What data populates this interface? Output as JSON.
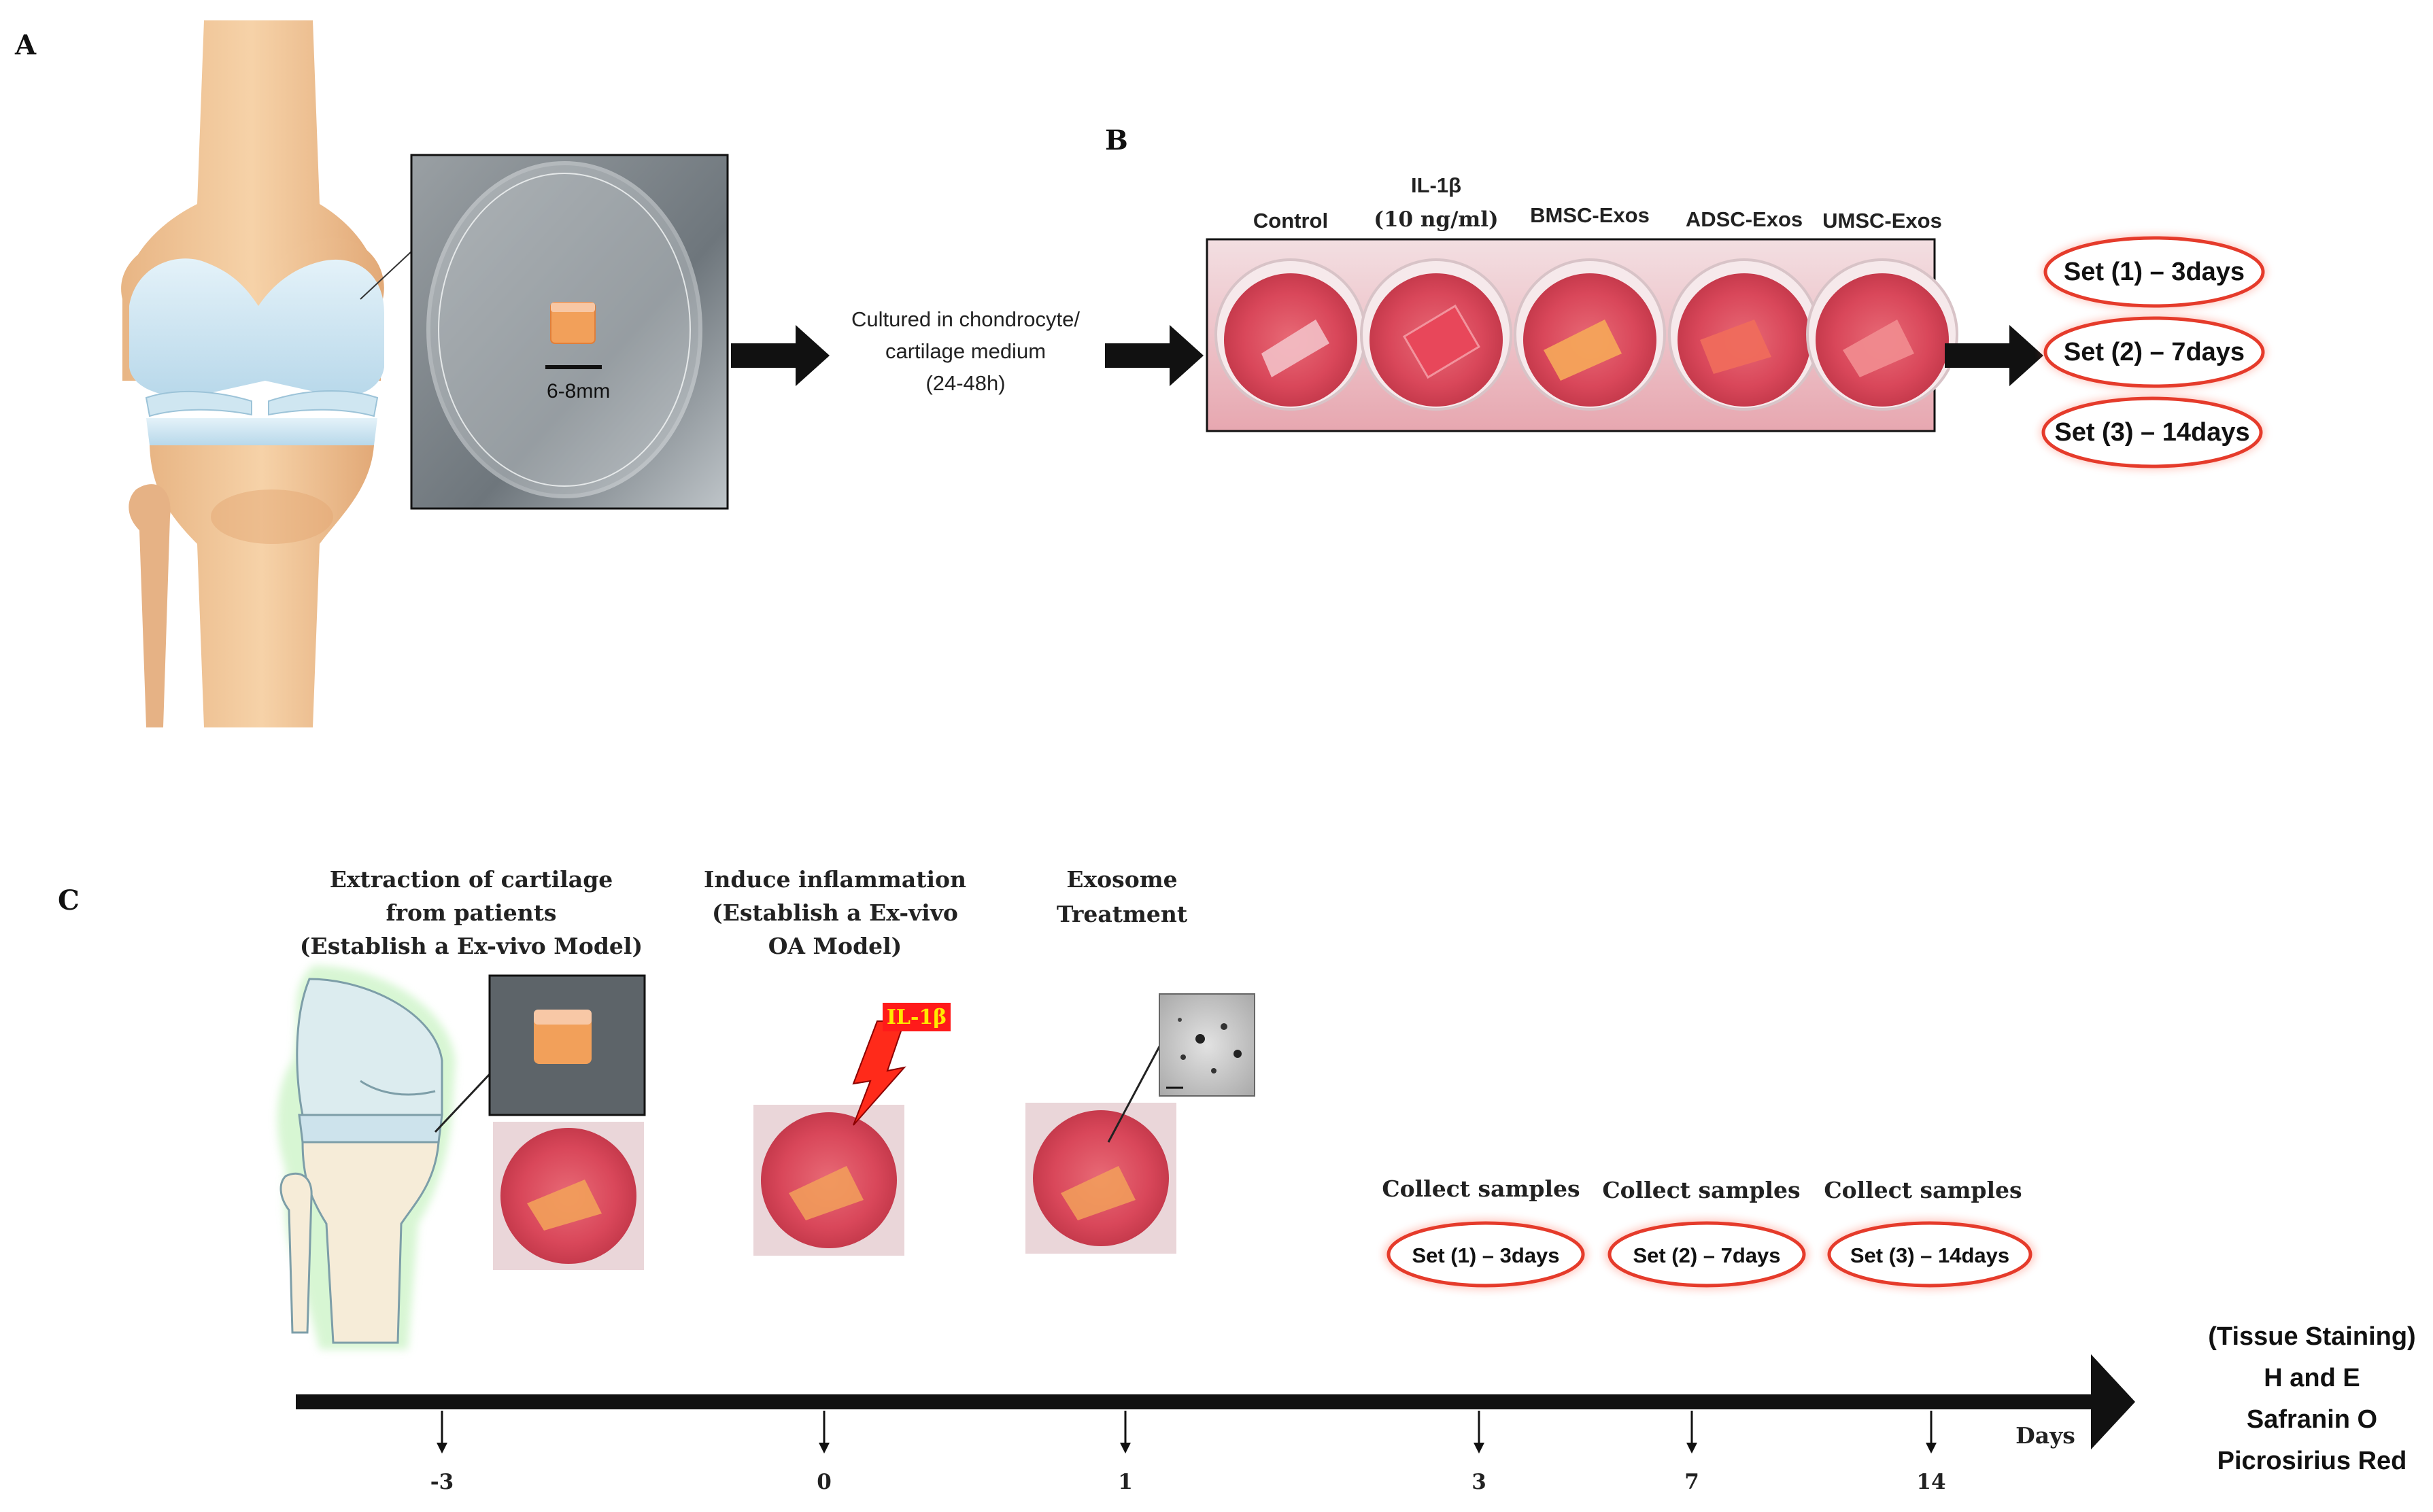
{
  "panels": {
    "a": "A",
    "b": "B",
    "c": "C"
  },
  "panel_a": {
    "scale_label": "6-8mm",
    "culture_text": [
      "Cultured in chondrocyte/",
      "cartilage medium",
      "(24-48h)"
    ]
  },
  "panel_b": {
    "groups": [
      {
        "label": [
          "Control"
        ]
      },
      {
        "label": [
          "IL-1β",
          "(10 ng/ml)"
        ]
      },
      {
        "label": [
          "BMSC-Exos"
        ]
      },
      {
        "label": [
          "ADSC-Exos"
        ]
      },
      {
        "label": [
          "UMSC-Exos"
        ]
      }
    ],
    "sets": [
      "Set (1) – 3days",
      "Set (2) – 7days",
      "Set (3) – 14days"
    ]
  },
  "panel_c": {
    "step_extraction": [
      "Extraction of cartilage",
      "from patients",
      "(Establish a Ex-vivo Model)"
    ],
    "step_inflammation": [
      "Induce inflammation",
      "(Establish a Ex-vivo",
      "OA Model)"
    ],
    "step_treatment": [
      "Exosome",
      "Treatment"
    ],
    "il1b_tag": "IL-1β",
    "collect_label": "Collect samples",
    "collect_sets": [
      "Set (1) – 3days",
      "Set (2) – 7days",
      "Set (3) – 14days"
    ],
    "timeline_ticks": [
      "-3",
      "0",
      "1",
      "3",
      "7",
      "14"
    ],
    "timeline_unit": "Days",
    "staining": [
      "(Tissue Staining)",
      "H and E",
      "Safranin O",
      "Picrosirius Red"
    ]
  },
  "colors": {
    "well_red": "#d9475a",
    "cartilage": "#f2a05a",
    "set_ring": "#e53b2b",
    "arrow": "#111111",
    "bone": "#f0c89c",
    "cartilage_blue": "#cfe6f1"
  }
}
